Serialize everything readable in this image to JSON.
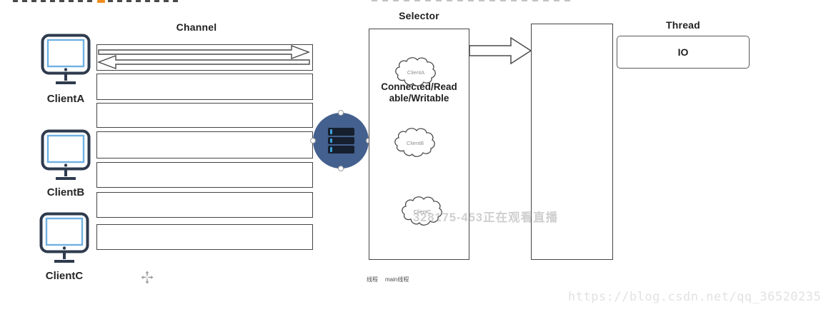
{
  "diagram": {
    "clients": [
      {
        "label": "ClientA"
      },
      {
        "label": "ClientB"
      },
      {
        "label": "ClientC"
      }
    ],
    "channel": {
      "title": "Channel"
    },
    "selector": {
      "title": "Selector",
      "state_line1": "Connected/Read",
      "state_line2": "able/Writable",
      "clouds": [
        {
          "label": "ClientA"
        },
        {
          "label": "ClientB"
        },
        {
          "label": "ClientC"
        }
      ]
    },
    "thread": {
      "title": "Thread",
      "io_label": "IO"
    }
  },
  "footer": {
    "legend": [
      "线程",
      "main线程"
    ]
  },
  "watermarks": {
    "live": "328175-453正在观看直播",
    "blog": "https://blog.csdn.net/qq_36520235"
  },
  "colors": {
    "server_circle": "#44608e",
    "server_bar": "#161f2e",
    "server_tick": "#3ba3dc",
    "monitor_border": "#2e3b4e",
    "screen_border": "#6fb1e3",
    "shape_border": "#454545",
    "top_fragment_orange": "#f08c1e"
  }
}
